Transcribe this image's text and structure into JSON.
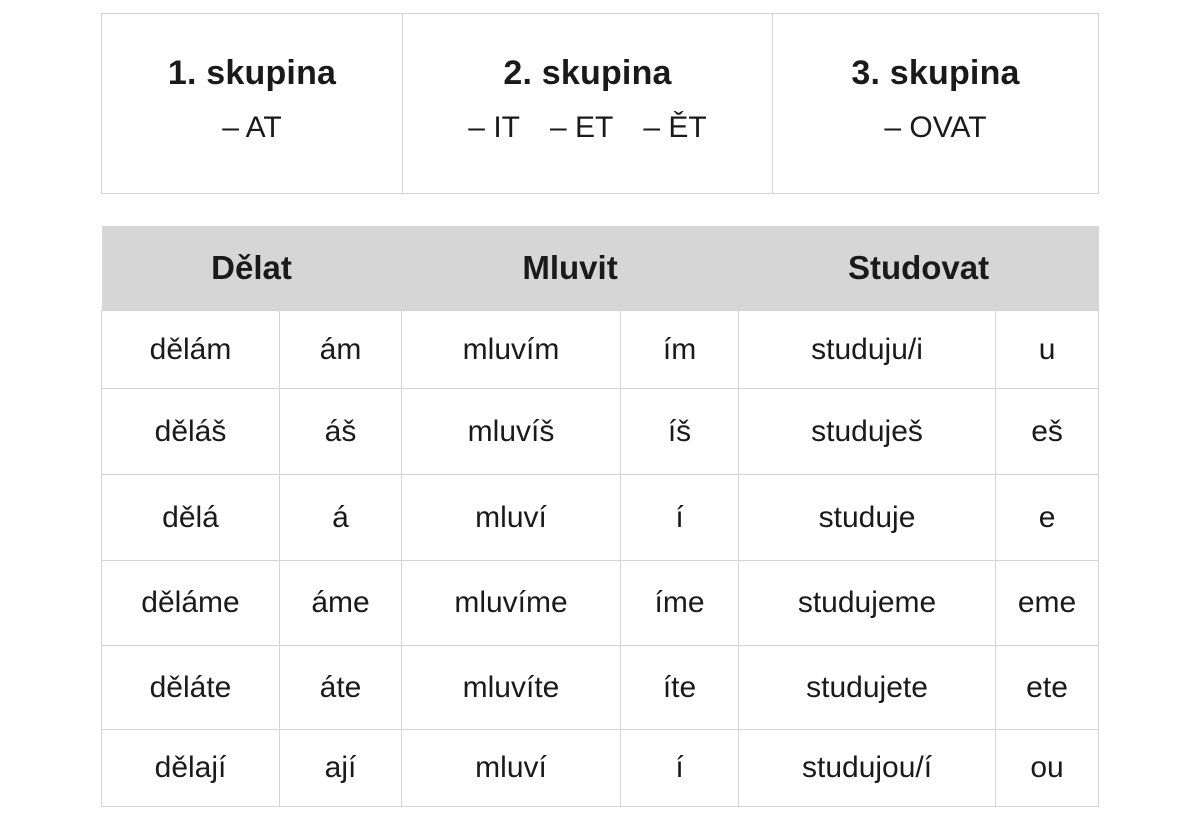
{
  "groups": [
    {
      "title": "1. skupina",
      "endings": [
        "– AT"
      ]
    },
    {
      "title": "2. skupina",
      "endings": [
        "– IT",
        "– ET",
        "– ĚT"
      ]
    },
    {
      "title": "3. skupina",
      "endings": [
        "– OVAT"
      ]
    }
  ],
  "table": {
    "headers": [
      "Dělat",
      "Mluvit",
      "Studovat"
    ],
    "rows": [
      [
        "dělám",
        "ám",
        "mluvím",
        "ím",
        "studuju/i",
        "u"
      ],
      [
        "děláš",
        "áš",
        "mluvíš",
        "íš",
        "studuješ",
        "eš"
      ],
      [
        "dělá",
        "á",
        "mluví",
        "í",
        "studuje",
        "e"
      ],
      [
        "děláme",
        "áme",
        "mluvíme",
        "íme",
        "studujeme",
        "eme"
      ],
      [
        "děláte",
        "áte",
        "mluvíte",
        "íte",
        "studujete",
        "ete"
      ],
      [
        "dělají",
        "ají",
        "mluví",
        "í",
        "studujou/í",
        "ou"
      ]
    ]
  },
  "colors": {
    "header_background": "#d6d6d6",
    "border": "#d4d4d4",
    "text": "#1a1a1a"
  }
}
